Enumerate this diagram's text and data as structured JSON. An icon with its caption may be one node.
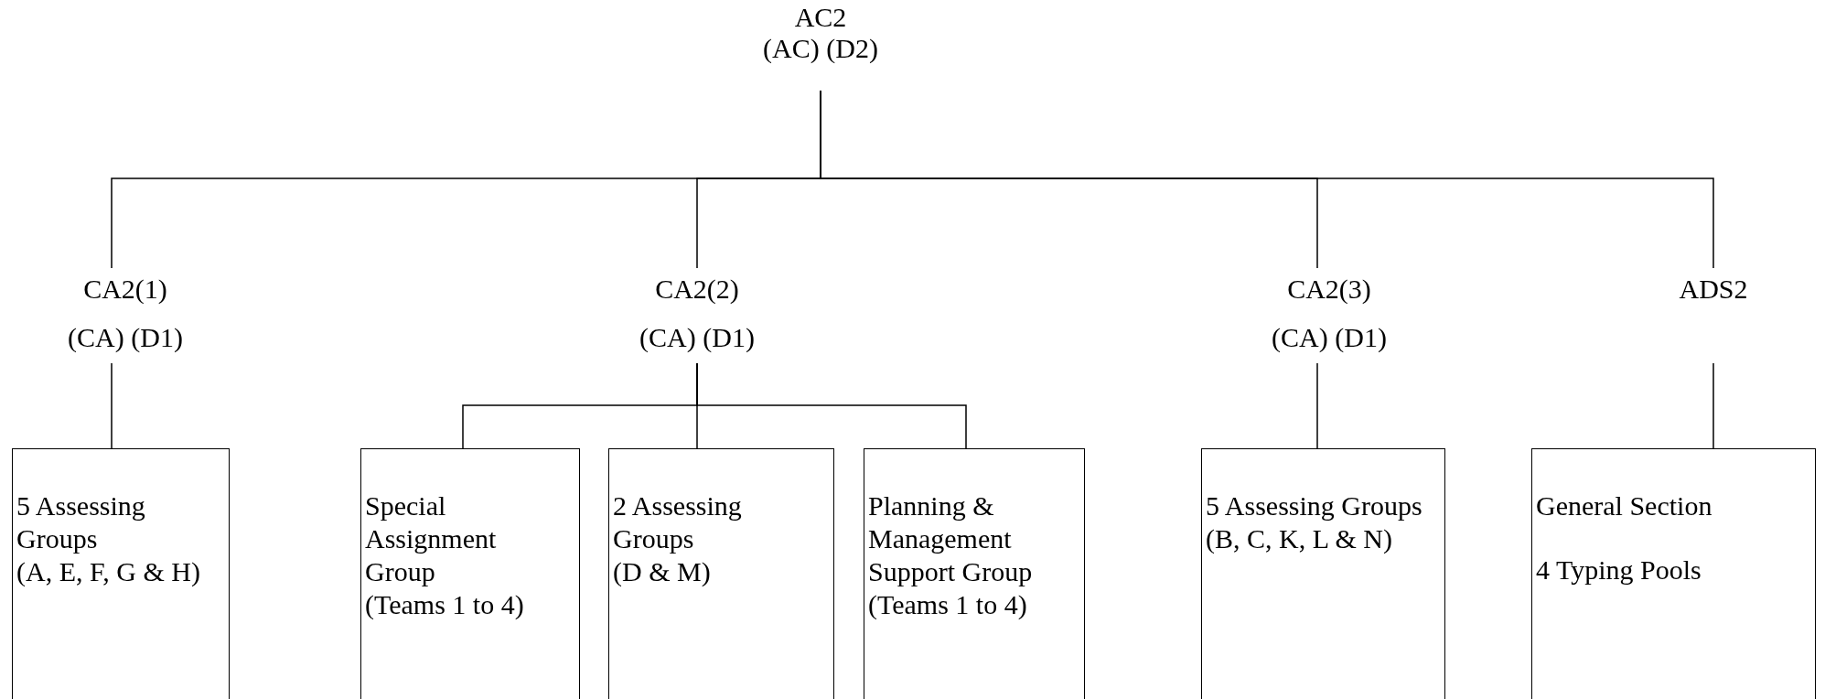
{
  "diagram": {
    "nodes": [
      {
        "text": [
          "AC2",
          "(AC) (D2)"
        ]
      },
      {
        "text": [
          "CA2(1)",
          "(CA) (D1)"
        ]
      },
      {
        "text": [
          "CA2(2)",
          "(CA) (D1)"
        ]
      },
      {
        "text": [
          "CA2(3)",
          "(CA) (D1)"
        ]
      },
      {
        "text": [
          "ADS2"
        ]
      },
      {
        "text": [
          "5 Assessing Groups",
          "(A, E, F, G & H)"
        ]
      },
      {
        "text": [
          "Special Assignment Group",
          "(Teams 1 to 4)"
        ]
      },
      {
        "text": [
          "2 Assessing Groups",
          "(D & M)"
        ]
      },
      {
        "text": [
          "Planning & Management Support Group",
          "(Teams 1 to 4)"
        ]
      },
      {
        "text": [
          "5 Assessing Groups",
          "(B, C, K, L & N)"
        ]
      },
      {
        "text": [
          "General Section",
          "4 Typing Pools"
        ]
      }
    ],
    "edges": [
      {
        "from": 0,
        "to": 1,
        "arrow": "none"
      },
      {
        "from": 0,
        "to": 2,
        "arrow": "none"
      },
      {
        "from": 0,
        "to": 3,
        "arrow": "none"
      },
      {
        "from": 0,
        "to": 4,
        "arrow": "none"
      },
      {
        "from": 1,
        "to": 5,
        "arrow": "none"
      },
      {
        "from": 2,
        "to": 6,
        "arrow": "none"
      },
      {
        "from": 2,
        "to": 7,
        "arrow": "none"
      },
      {
        "from": 2,
        "to": 8,
        "arrow": "none"
      },
      {
        "from": 3,
        "to": 9,
        "arrow": "none"
      },
      {
        "from": 4,
        "to": 10,
        "arrow": "none"
      }
    ]
  }
}
